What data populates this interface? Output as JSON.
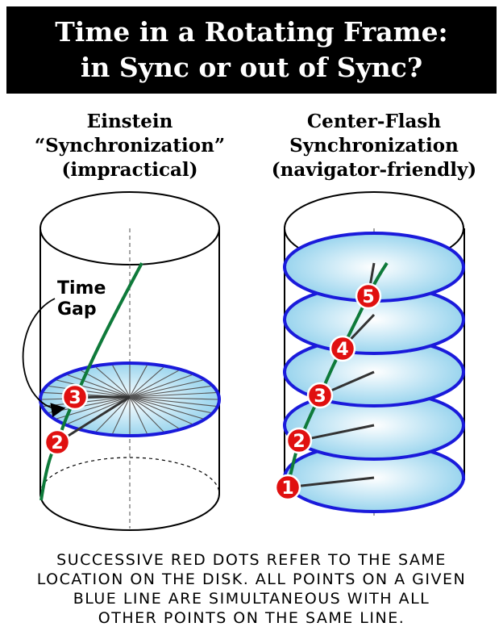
{
  "title": {
    "line1": "Time in a Rotating  Frame:",
    "line2": "in Sync or out of Sync?"
  },
  "left_panel": {
    "heading_line1": "Einstein",
    "heading_line2": "“Synchronization”",
    "heading_line3": "(impractical)",
    "time_gap_line1": "Time",
    "time_gap_line2": "Gap",
    "dots": [
      "3",
      "2"
    ]
  },
  "right_panel": {
    "heading_line1": "Center-Flash",
    "heading_line2": "Synchronization",
    "heading_line3": "(navigator-friendly)",
    "dots": [
      "5",
      "4",
      "3",
      "2",
      "1"
    ]
  },
  "caption": {
    "line1": "SUCCESSIVE RED DOTS REFER TO THE SAME",
    "line2": "LOCATION ON THE DISK. ALL POINTS ON A GIVEN",
    "line3": "BLUE LINE ARE SIMULTANEOUS WITH ALL",
    "line4": "OTHER POINTS ON THE SAME LINE."
  },
  "colors": {
    "disk_edge": "#1a1adb",
    "worldline": "#0e7a3a",
    "dot": "#e01010",
    "banner": "#000000"
  }
}
